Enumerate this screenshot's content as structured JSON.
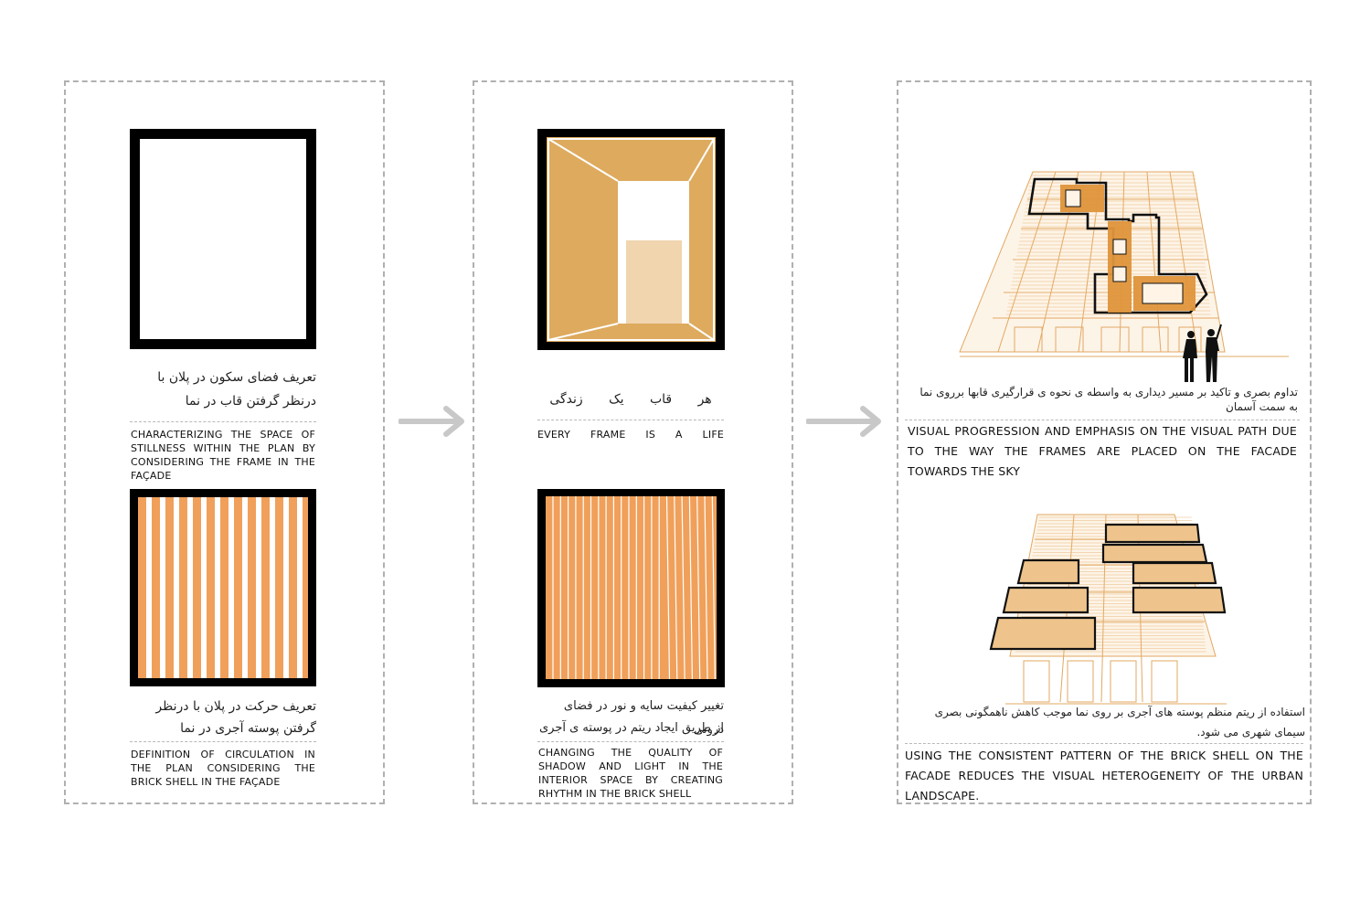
{
  "colors": {
    "accent": "#f0a05a",
    "frame": "#000000",
    "interior": "#deaa5e",
    "light": "#f0d5af",
    "building": "#e8a85c",
    "dash": "#b0b0b0",
    "arrow": "#c8c8c8"
  },
  "panel1": {
    "fa_top_line1": "تعریف فضای سکون در پلان با",
    "fa_top_line2": "درنظر گرفتن قاب در نما",
    "en_top": "CHARACTERIZING THE SPACE OF STILLNESS WITHIN THE PLAN BY CONSIDERING THE FRAME IN THE FAÇADE",
    "fa_bottom_line1": "تعریف حرکت در پلان با درنظر",
    "fa_bottom_line2": "گرفتن پوسته آجری در نما",
    "en_bottom": "DEFINITION OF CIRCULATION IN THE PLAN CONSIDERING THE BRICK SHELL IN THE FAÇADE"
  },
  "panel2": {
    "fa_top": "هر قاب یک زندگی",
    "en_top": "EVERY FRAME IS A LIFE",
    "fa_bottom_line1": "تغییر کیفیت سایه و نور در فضای درونی",
    "fa_bottom_line2": "از طریق ایجاد ریتم در پوسته ی آجری",
    "en_bottom": "CHANGING THE QUALITY OF SHADOW AND LIGHT IN THE INTERIOR SPACE BY CREATING RHYTHM IN THE BRICK SHELL"
  },
  "panel3": {
    "fa_top_line1": "تداوم بصری و تاکید بر مسیر دیداری به واسطه ی نحوه ی قرارگیری قابها برروی نما",
    "fa_top_line2": "به سمت آسمان",
    "en_top": "VISUAL PROGRESSION AND EMPHASIS ON THE VISUAL PATH DUE TO THE WAY THE FRAMES ARE PLACED ON THE FACADE TOWARDS THE SKY",
    "fa_bottom_line1": "استفاده از ریتم منظم پوسته های آجری بر روی نما موجب کاهش ناهمگونی بصری",
    "fa_bottom_line2": "سیمای شهری می شود.",
    "en_bottom": "USING THE CONSISTENT PATTERN OF THE BRICK SHELL ON THE FACADE REDUCES THE VISUAL HETEROGENEITY OF THE URBAN LANDSCAPE."
  },
  "icons": {
    "arrow1": "right-arrow-icon",
    "arrow2": "right-arrow-icon"
  }
}
